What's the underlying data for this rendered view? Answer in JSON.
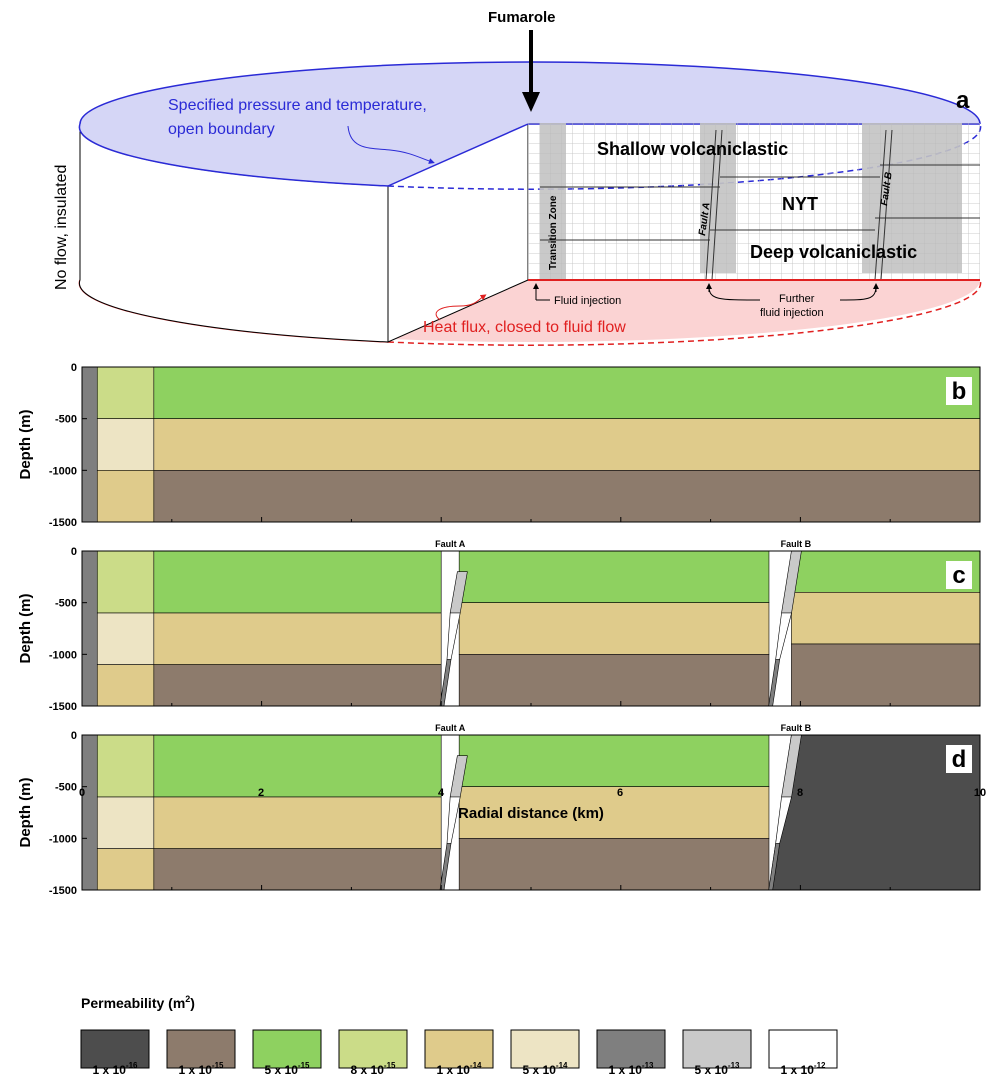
{
  "panel_a": {
    "label": "a",
    "fumarole": "Fumarole",
    "top_boundary_1": "Specified pressure and temperature,",
    "top_boundary_2": "open boundary",
    "side_boundary": "No flow, insulated",
    "bottom_boundary": "Heat flux, closed to fluid flow",
    "shallow": "Shallow volcaniclastic",
    "nyt": "NYT",
    "deep": "Deep volcaniclastic",
    "transition": "Transition Zone",
    "fault_a": "Fault A",
    "fault_b": "Fault B",
    "fluid_injection": "Fluid injection",
    "further_1": "Further",
    "further_2": "fluid injection",
    "colors": {
      "top_fill": "#d5d6f6",
      "top_stroke": "#2a2ad6",
      "bottom_fill": "#fbd3d3",
      "bottom_stroke": "#e02020"
    }
  },
  "panels": {
    "b": {
      "label": "b",
      "ylabel": "Depth (m)",
      "ticks": [
        "0",
        "-500",
        "-1000",
        "-1500"
      ]
    },
    "c": {
      "label": "c",
      "ylabel": "Depth (m)",
      "ticks": [
        "0",
        "-500",
        "-1000",
        "-1500"
      ],
      "fault_a": "Fault A",
      "fault_b": "Fault B"
    },
    "d": {
      "label": "d",
      "ylabel": "Depth (m)",
      "ticks": [
        "0",
        "-500",
        "-1000",
        "-1500"
      ],
      "fault_a": "Fault A",
      "fault_b": "Fault B"
    }
  },
  "x_axis": {
    "label": "Radial distance (km)",
    "ticks": [
      "0",
      "2",
      "4",
      "6",
      "8",
      "10"
    ],
    "range_km": [
      0,
      10
    ]
  },
  "depth_range_m": [
    -1500,
    0
  ],
  "legend": {
    "title": "Permeability (m",
    "title_sup": "2",
    "title_end": ")",
    "items": [
      {
        "color": "#4d4d4d",
        "base": "1 x 10",
        "exp": "-16"
      },
      {
        "color": "#8d7b6c",
        "base": "1 x 10",
        "exp": "-15"
      },
      {
        "color": "#8ed160",
        "base": "5 x 10",
        "exp": "-15"
      },
      {
        "color": "#cbdc88",
        "base": "8 x 10",
        "exp": "-15"
      },
      {
        "color": "#dfcb8b",
        "base": "1 x 10",
        "exp": "-14"
      },
      {
        "color": "#ede4c4",
        "base": "5 x 10",
        "exp": "-14"
      },
      {
        "color": "#7f7f7f",
        "base": "1 x 10",
        "exp": "-13"
      },
      {
        "color": "#c9c9c9",
        "base": "5 x 10",
        "exp": "-13"
      },
      {
        "color": "#ffffff",
        "base": "1 x 10",
        "exp": "-12"
      }
    ]
  }
}
